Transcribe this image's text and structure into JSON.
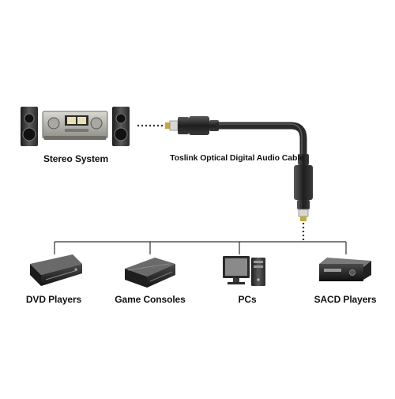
{
  "source": {
    "label": "Stereo System",
    "icon": "stereo-system-icon"
  },
  "cable": {
    "label": "Toslink Optical Digital Audio Cable",
    "icon": "toslink-cable-icon"
  },
  "devices": [
    {
      "label": "DVD Players",
      "icon": "dvd-player-icon"
    },
    {
      "label": "Game Consoles",
      "icon": "game-console-icon"
    },
    {
      "label": "PCs",
      "icon": "pc-icon"
    },
    {
      "label": "SACD Players",
      "icon": "sacd-player-icon"
    }
  ],
  "colors": {
    "line": "#333333",
    "device_dark": "#2a2a2a",
    "device_mid": "#555555",
    "device_light": "#9a9a9a",
    "metal": "#b9b9b0",
    "gold": "#c9a83a"
  }
}
